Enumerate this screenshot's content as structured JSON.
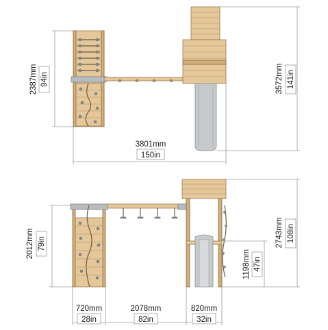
{
  "dimensions": {
    "top_depth_mm": "2387mm",
    "top_depth_in": "94in",
    "top_height_total_mm": "3572mm",
    "top_height_total_in": "141in",
    "overall_width_mm": "3801mm",
    "overall_width_in": "150in",
    "climb_height_mm": "2012mm",
    "climb_height_in": "79in",
    "tower_height_mm": "2743mm",
    "tower_height_in": "108in",
    "slide_deck_height_mm": "1198mm",
    "slide_deck_height_in": "47in",
    "climb_width_mm": "720mm",
    "climb_width_in": "28in",
    "bridge_width_mm": "2078mm",
    "bridge_width_in": "82in",
    "tower_width_mm": "820mm",
    "tower_width_in": "32in"
  },
  "colors": {
    "wood": "#e4c79a",
    "metal": "#b9bcbf",
    "dimension_line": "#9a9a9a"
  }
}
